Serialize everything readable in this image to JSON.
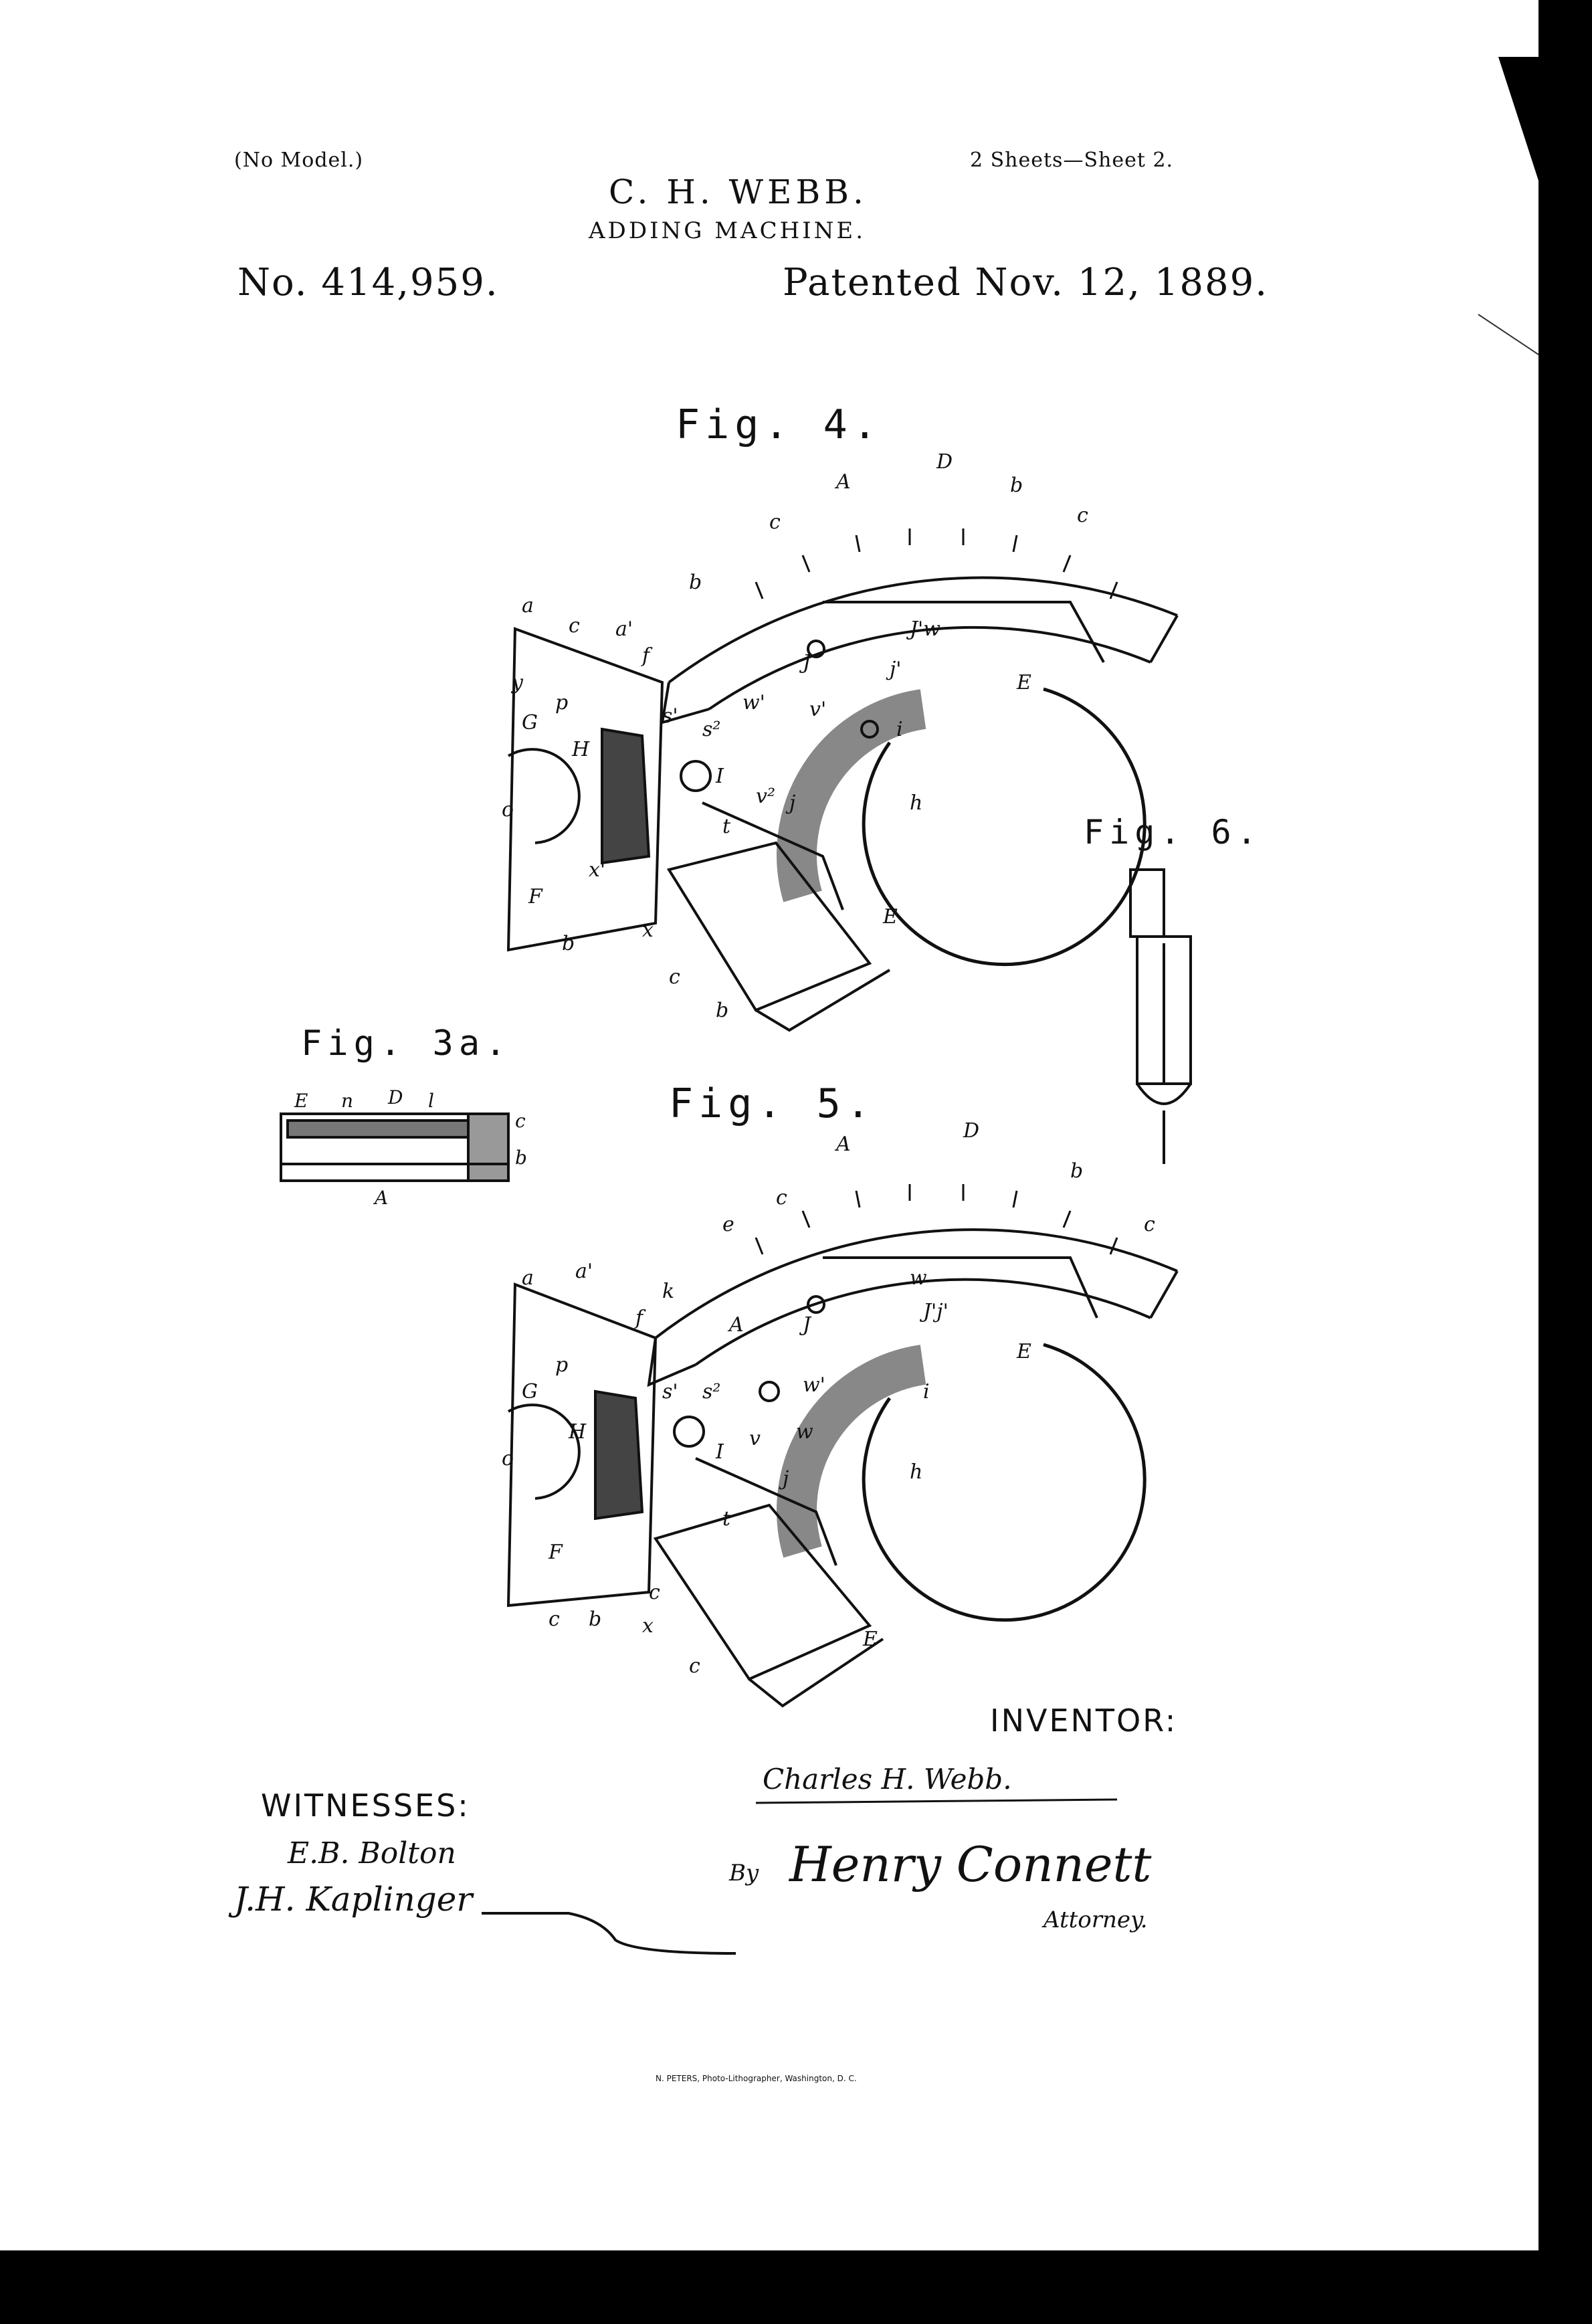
{
  "header": {
    "model_note": "(No Model.)",
    "sheet_note": "2 Sheets—Sheet 2.",
    "inventor_name": "C. H. WEBB.",
    "invention": "ADDING MACHINE.",
    "patent_number": "No. 414,959.",
    "patent_date": "Patented Nov. 12, 1889."
  },
  "figures": {
    "fig4": "Fig. 4.",
    "fig3a": "Fig. 3a.",
    "fig5": "Fig. 5.",
    "fig6": "Fig. 6."
  },
  "fig3a_labels": {
    "E": "E",
    "n": "n",
    "D": "D",
    "l": "l",
    "c": "c",
    "b": "b",
    "A": "A"
  },
  "signatures": {
    "inventor_label": "INVENTOR:",
    "inventor_signature": "Charles H. Webb.",
    "witnesses_label": "WITNESSES:",
    "witness1": "E.B. Bolton",
    "witness2": "J.H. Kaplinger",
    "by_label": "By",
    "attorney_signature": "Henry Connett",
    "attorney_label": "Attorney."
  },
  "footer": {
    "engraver": "N. PETERS, Photo-Lithographer, Washington, D. C."
  },
  "colors": {
    "ink": "#111111",
    "paper": "#ffffff",
    "border": "#000000"
  }
}
